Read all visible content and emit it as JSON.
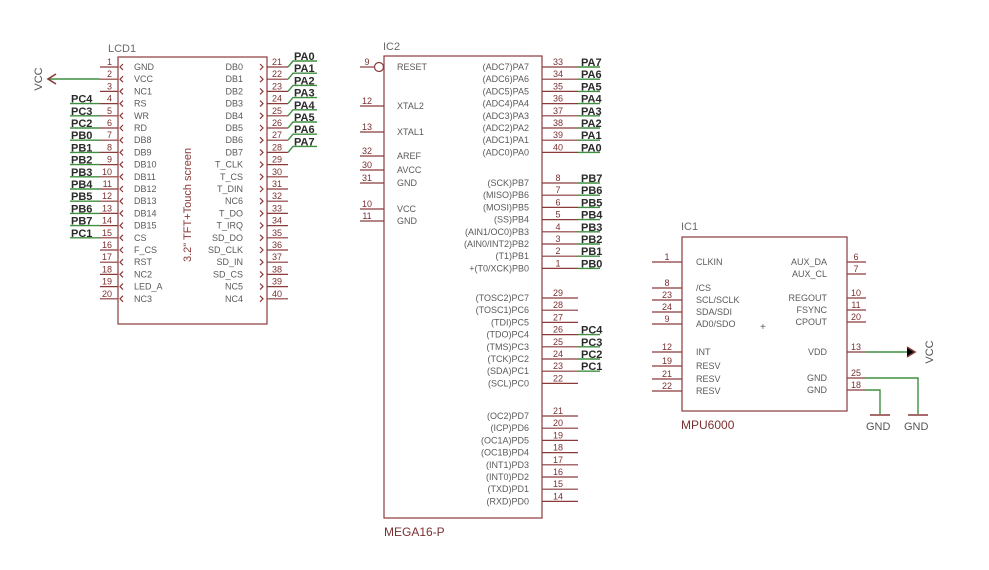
{
  "lcd1": {
    "ref": "LCD1",
    "value": "3.2\" TFT+Touch screen",
    "left_pins": [
      {
        "num": "1",
        "name": "GND",
        "net": ""
      },
      {
        "num": "2",
        "name": "VCC",
        "net": "VCC"
      },
      {
        "num": "3",
        "name": "NC1",
        "net": ""
      },
      {
        "num": "4",
        "name": "RS",
        "net": "PC4"
      },
      {
        "num": "5",
        "name": "WR",
        "net": "PC3"
      },
      {
        "num": "6",
        "name": "RD",
        "net": "PC2"
      },
      {
        "num": "7",
        "name": "DB8",
        "net": "PB0"
      },
      {
        "num": "8",
        "name": "DB9",
        "net": "PB1"
      },
      {
        "num": "9",
        "name": "DB10",
        "net": "PB2"
      },
      {
        "num": "10",
        "name": "DB11",
        "net": "PB3"
      },
      {
        "num": "11",
        "name": "DB12",
        "net": "PB4"
      },
      {
        "num": "12",
        "name": "DB13",
        "net": "PB5"
      },
      {
        "num": "13",
        "name": "DB14",
        "net": "PB6"
      },
      {
        "num": "14",
        "name": "DB15",
        "net": "PB7"
      },
      {
        "num": "15",
        "name": "CS",
        "net": "PC1"
      },
      {
        "num": "16",
        "name": "F_CS",
        "net": ""
      },
      {
        "num": "17",
        "name": "RST",
        "net": ""
      },
      {
        "num": "18",
        "name": "NC2",
        "net": ""
      },
      {
        "num": "19",
        "name": "LED_A",
        "net": ""
      },
      {
        "num": "20",
        "name": "NC3",
        "net": ""
      }
    ],
    "right_pins": [
      {
        "num": "21",
        "name": "DB0",
        "net": "PA0"
      },
      {
        "num": "22",
        "name": "DB1",
        "net": "PA1"
      },
      {
        "num": "23",
        "name": "DB2",
        "net": "PA2"
      },
      {
        "num": "24",
        "name": "DB3",
        "net": "PA3"
      },
      {
        "num": "25",
        "name": "DB4",
        "net": "PA4"
      },
      {
        "num": "26",
        "name": "DB5",
        "net": "PA5"
      },
      {
        "num": "27",
        "name": "DB6",
        "net": "PA6"
      },
      {
        "num": "28",
        "name": "DB7",
        "net": "PA7"
      },
      {
        "num": "29",
        "name": "T_CLK",
        "net": ""
      },
      {
        "num": "30",
        "name": "T_CS",
        "net": ""
      },
      {
        "num": "31",
        "name": "T_DIN",
        "net": ""
      },
      {
        "num": "32",
        "name": "NC6",
        "net": ""
      },
      {
        "num": "33",
        "name": "T_DO",
        "net": ""
      },
      {
        "num": "34",
        "name": "T_IRQ",
        "net": ""
      },
      {
        "num": "35",
        "name": "SD_DO",
        "net": ""
      },
      {
        "num": "36",
        "name": "SD_CLK",
        "net": ""
      },
      {
        "num": "37",
        "name": "SD_IN",
        "net": ""
      },
      {
        "num": "38",
        "name": "SD_CS",
        "net": ""
      },
      {
        "num": "39",
        "name": "NC5",
        "net": ""
      },
      {
        "num": "40",
        "name": "NC4",
        "net": ""
      }
    ],
    "vcc_label": "VCC"
  },
  "ic2": {
    "ref": "IC2",
    "value": "MEGA16-P",
    "left_pins": [
      {
        "num": "9",
        "name": "RESET"
      },
      {
        "num": "12",
        "name": "XTAL2"
      },
      {
        "num": "13",
        "name": "XTAL1"
      },
      {
        "num": "32",
        "name": "AREF"
      },
      {
        "num": "30",
        "name": "AVCC"
      },
      {
        "num": "31",
        "name": "GND"
      },
      {
        "num": "10",
        "name": "VCC"
      },
      {
        "num": "11",
        "name": "GND"
      }
    ],
    "right_pins": [
      {
        "num": "33",
        "name": "(ADC7)PA7",
        "net": "PA7"
      },
      {
        "num": "34",
        "name": "(ADC6)PA6",
        "net": "PA6"
      },
      {
        "num": "35",
        "name": "(ADC5)PA5",
        "net": "PA5"
      },
      {
        "num": "36",
        "name": "(ADC4)PA4",
        "net": "PA4"
      },
      {
        "num": "37",
        "name": "(ADC3)PA3",
        "net": "PA3"
      },
      {
        "num": "38",
        "name": "(ADC2)PA2",
        "net": "PA2"
      },
      {
        "num": "39",
        "name": "(ADC1)PA1",
        "net": "PA1"
      },
      {
        "num": "40",
        "name": "(ADC0)PA0",
        "net": "PA0"
      },
      {
        "num": "8",
        "name": "(SCK)PB7",
        "net": "PB7"
      },
      {
        "num": "7",
        "name": "(MISO)PB6",
        "net": "PB6"
      },
      {
        "num": "6",
        "name": "(MOSI)PB5",
        "net": "PB5"
      },
      {
        "num": "5",
        "name": "(SS)PB4",
        "net": "PB4"
      },
      {
        "num": "4",
        "name": "(AIN1/OC0)PB3",
        "net": "PB3"
      },
      {
        "num": "3",
        "name": "(AIN0/INT2)PB2",
        "net": "PB2"
      },
      {
        "num": "2",
        "name": "(T1)PB1",
        "net": "PB1"
      },
      {
        "num": "1",
        "name": "+(T0/XCK)PB0",
        "net": "PB0"
      },
      {
        "num": "29",
        "name": "(TOSC2)PC7",
        "net": ""
      },
      {
        "num": "28",
        "name": "(TOSC1)PC6",
        "net": ""
      },
      {
        "num": "27",
        "name": "(TDI)PC5",
        "net": ""
      },
      {
        "num": "26",
        "name": "(TDO)PC4",
        "net": "PC4"
      },
      {
        "num": "25",
        "name": "(TMS)PC3",
        "net": "PC3"
      },
      {
        "num": "24",
        "name": "(TCK)PC2",
        "net": "PC2"
      },
      {
        "num": "23",
        "name": "(SDA)PC1",
        "net": "PC1"
      },
      {
        "num": "22",
        "name": "(SCL)PC0",
        "net": ""
      },
      {
        "num": "21",
        "name": "(OC2)PD7",
        "net": ""
      },
      {
        "num": "20",
        "name": "(ICP)PD6",
        "net": ""
      },
      {
        "num": "19",
        "name": "(OC1A)PD5",
        "net": ""
      },
      {
        "num": "18",
        "name": "(OC1B)PD4",
        "net": ""
      },
      {
        "num": "17",
        "name": "(INT1)PD3",
        "net": ""
      },
      {
        "num": "16",
        "name": "(INT0)PD2",
        "net": ""
      },
      {
        "num": "15",
        "name": "(TXD)PD1",
        "net": ""
      },
      {
        "num": "14",
        "name": "(RXD)PD0",
        "net": ""
      }
    ]
  },
  "ic1": {
    "ref": "IC1",
    "value": "MPU6000",
    "left_pins": [
      {
        "num": "1",
        "name": "CLKIN"
      },
      {
        "num": "8",
        "name": "/CS"
      },
      {
        "num": "23",
        "name": "SCL/SCLK"
      },
      {
        "num": "24",
        "name": "SDA/SDI"
      },
      {
        "num": "9",
        "name": "AD0/SDO"
      },
      {
        "num": "12",
        "name": "INT"
      },
      {
        "num": "19",
        "name": "RESV"
      },
      {
        "num": "21",
        "name": "RESV"
      },
      {
        "num": "22",
        "name": "RESV"
      }
    ],
    "right_pins": [
      {
        "num": "6",
        "name": "AUX_DA"
      },
      {
        "num": "7",
        "name": "AUX_CL"
      },
      {
        "num": "10",
        "name": "REGOUT"
      },
      {
        "num": "11",
        "name": "FSYNC"
      },
      {
        "num": "20",
        "name": "CPOUT"
      },
      {
        "num": "13",
        "name": "VDD"
      },
      {
        "num": "25",
        "name": "GND"
      },
      {
        "num": "18",
        "name": "GND"
      }
    ],
    "vcc_label": "VCC",
    "gnd_labels": [
      "GND",
      "GND"
    ]
  },
  "colors": {
    "symbol": "#8b3a3a",
    "wire": "#3f8f3f",
    "pin_text": "#5a5a5a",
    "net_label": "#2a2a2a"
  }
}
